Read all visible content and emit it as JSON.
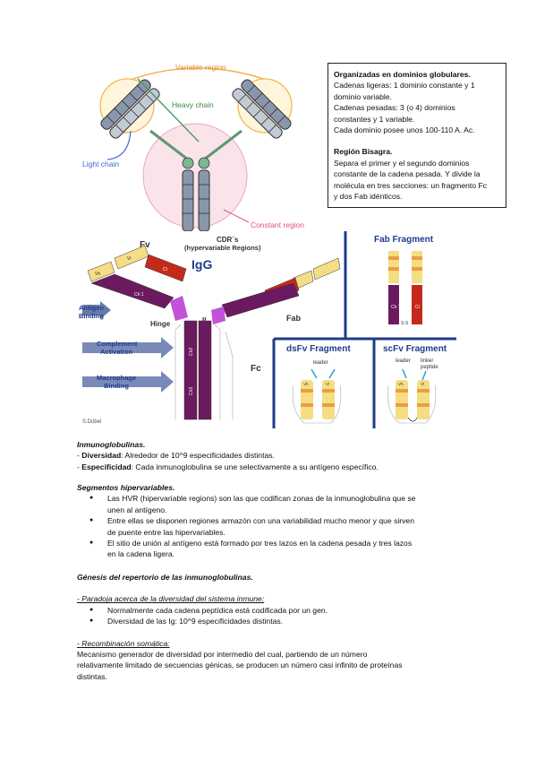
{
  "fig_top": {
    "variable_region": "Variable region",
    "heavy_chain": "Heavy chain",
    "light_chain": "Light chain",
    "constant_region": "Constant region"
  },
  "note_box": {
    "head1": "Organizadas en dominios globulares.",
    "l1": "Cadenas ligeras: 1 dominio constante y 1",
    "l2": "dominio variable.",
    "l3": "Cadenas pesadas: 3 (o 4) dominios",
    "l4": "constantes y 1 variable.",
    "l5": "Cada dominio posee unos 100-110 A. Ac.",
    "head2": "Región Bisagra.",
    "l6": "Separa el primer y el segundo dominios",
    "l7": "constante de la cadena pesada. Y divide la",
    "l8": "molécula en tres secciones: un fragmento Fc",
    "l9": "y dos Fab idénticos."
  },
  "fig_main": {
    "fv": "Fv",
    "cdr1": "CDR´s",
    "cdr2": "(hypervariable Regions)",
    "igg": "IgG",
    "antigen1": "Antigen",
    "antigen2": "Binding",
    "hinge": "Hinge",
    "ii": "II",
    "fab": "Fab",
    "complement1": "Complement",
    "complement2": "Activation",
    "macrophage1": "Macrophage",
    "macrophage2": "Binding",
    "fc": "Fc",
    "vh": "Vh",
    "vl": "Vl",
    "cl": "Cl",
    "ch1": "Ch 1",
    "ch2": "Ch2",
    "ch3": "Ch3",
    "credit": "S.Dübel",
    "fab_fragment": "Fab Fragment",
    "dsfv_fragment": "dsFv Fragment",
    "scfv_fragment": "scFv Fragment",
    "leader": "leader",
    "linker1": "linker",
    "linker2": "peptide",
    "ss": "S-S"
  },
  "sec1": {
    "title": "Inmunoglobulinas.",
    "d_label": "Diversidad",
    "d_text": ": Alrededor de 10^9 especificidades distintas.",
    "e_label": "Especificidad",
    "e_text": ": Cada inmunoglobulina se une selectivamente a su antígeno específico."
  },
  "sec2": {
    "title": "Segmentos hipervariables.",
    "b1a": "Las HVR (hipervariable regions) son las que codifican zonas de la inmunoglobulina que se",
    "b1b": "unen al antígeno.",
    "b2a": "Entre ellas se disponen regiones armazón con una variabilidad mucho menor y que sirven",
    "b2b": "de puente entre las hipervariables.",
    "b3a": "El sitio de unión al antígeno está formado por tres lazos en la cadena pesada y tres lazos",
    "b3b": "en la cadena ligera."
  },
  "sec3": {
    "title": "Génesis del repertorio de las inmunoglobulinas.",
    "sub1": "- Paradoja acerca de la diversidad del sistema inmune:",
    "b1": "Normalmente cada cadena peptídica está codificada por un gen.",
    "b2": "Diversidad de las Ig: 10^9 especificidades distintas.",
    "sub2": "- Recombinación somática:",
    "p1": "Mecanismo generador de diversidad por intermedio del cual, partiendo de un número",
    "p2": "relativamente limitado de secuencias génicas, se producen un número casi infinito de proteínas",
    "p3": "distintas."
  }
}
